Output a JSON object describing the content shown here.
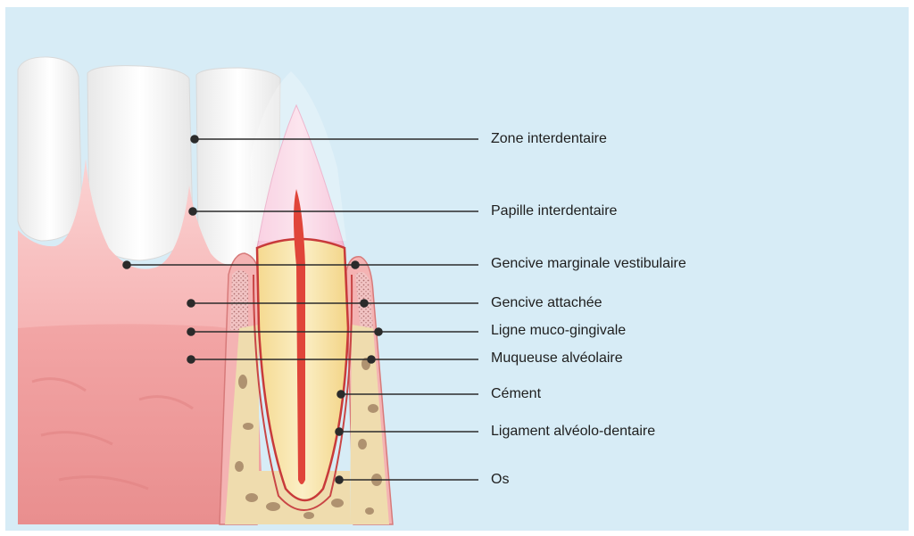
{
  "diagram": {
    "labels": [
      {
        "id": "zone-interdentaire",
        "text": "Zone interdentaire"
      },
      {
        "id": "papille-interdentaire",
        "text": "Papille interdentaire"
      },
      {
        "id": "gencive-marginale-vestibulaire",
        "text": "Gencive marginale vestibulaire"
      },
      {
        "id": "gencive-attachee",
        "text": "Gencive attachée"
      },
      {
        "id": "ligne-muco-gingivale",
        "text": "Ligne muco-gingivale"
      },
      {
        "id": "muqueuse-alveolaire",
        "text": "Muqueuse alvéolaire"
      },
      {
        "id": "cement",
        "text": "Cément"
      },
      {
        "id": "ligament-alveolo-dentaire",
        "text": "Ligament alvéolo-dentaire"
      },
      {
        "id": "os",
        "text": "Os"
      }
    ],
    "colors": {
      "background": "#d7ecf6",
      "gum": "#f3a8a8",
      "gum_light": "#f9c9c9",
      "tooth": "#f2f2f2",
      "dentin": "#f7e3a4",
      "pulp": "#e0453a",
      "bone": "#efdcae",
      "bone_pores": "#9a7a5c",
      "leader_line": "#2b2b2b"
    }
  }
}
